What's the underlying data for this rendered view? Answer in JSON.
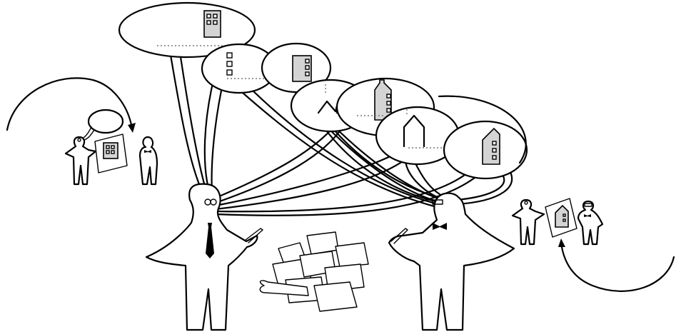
{
  "scene": {
    "description_free": true,
    "colors": {
      "ink": "#000000",
      "shade": "#d4d4d4",
      "background": "#ffffff",
      "dotted": "#777777"
    }
  },
  "elements": {
    "main_figures": [
      "left-person-glasses-tie",
      "right-person-bowtie"
    ],
    "bubbles": [
      "bubble-tall-building",
      "bubble-windows-column",
      "bubble-roof-outline",
      "bubble-house-outline",
      "bubble-shaded-house"
    ],
    "icons": [
      "tall-building-icon",
      "windows-column-icon",
      "roof-icon",
      "house-outline-icon",
      "shaded-house-icon",
      "narrow-house-icon"
    ],
    "side_scenes": [
      "left-mini-scene",
      "right-mini-scene"
    ],
    "papers": "papers-pile"
  }
}
